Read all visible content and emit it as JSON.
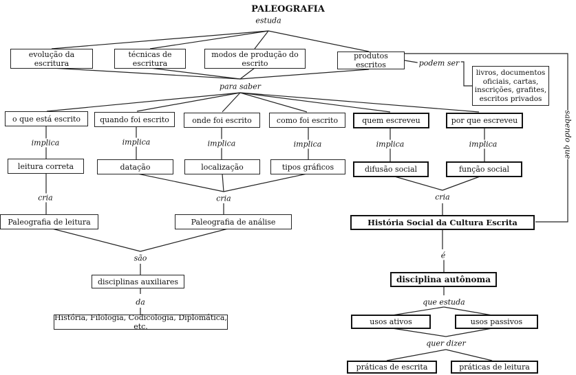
{
  "title": "PALEOGRAFIA",
  "links": {
    "estuda": "estuda",
    "para_saber": "para saber",
    "podem_ser": "podem ser",
    "sabendo_que": "sabendo que",
    "implica": "implica",
    "cria": "cria",
    "sao": "são",
    "da": "da",
    "e": "é",
    "que_estuda": "que estuda",
    "quer_dizer": "quer dizer"
  },
  "studies": [
    "evolução da escritura",
    "técnicas de escritura",
    "modos de produção do escrito",
    "produtos escritos"
  ],
  "products_examples": "livros, documentos oficiais, cartas, inscrições, grafites, escritos privados",
  "questions": [
    {
      "q": "o que está escrito",
      "a": "leitura correta"
    },
    {
      "q": "quando foi escrito",
      "a": "datação"
    },
    {
      "q": "onde foi escrito",
      "a": "localização"
    },
    {
      "q": "como foi escrito",
      "a": "tipos gráficos"
    },
    {
      "q": "quem escreveu",
      "a": "difusão social"
    },
    {
      "q": "por que escreveu",
      "a": "função social"
    }
  ],
  "paleografia_leitura": "Paleografia de leitura",
  "paleografia_analise": "Paleografia de análise",
  "disciplinas_auxiliares": "disciplinas auxiliares",
  "disciplinas_list": "História, Filologia, Codicologia, Diplomática, etc.",
  "historia_social": "História Social da Cultura Escrita",
  "disciplina_autonoma": "disciplina autônoma",
  "usos_ativos": "usos ativos",
  "usos_passivos": "usos passivos",
  "praticas_escrita": "práticas de escrita",
  "praticas_leitura": "práticas de leitura"
}
